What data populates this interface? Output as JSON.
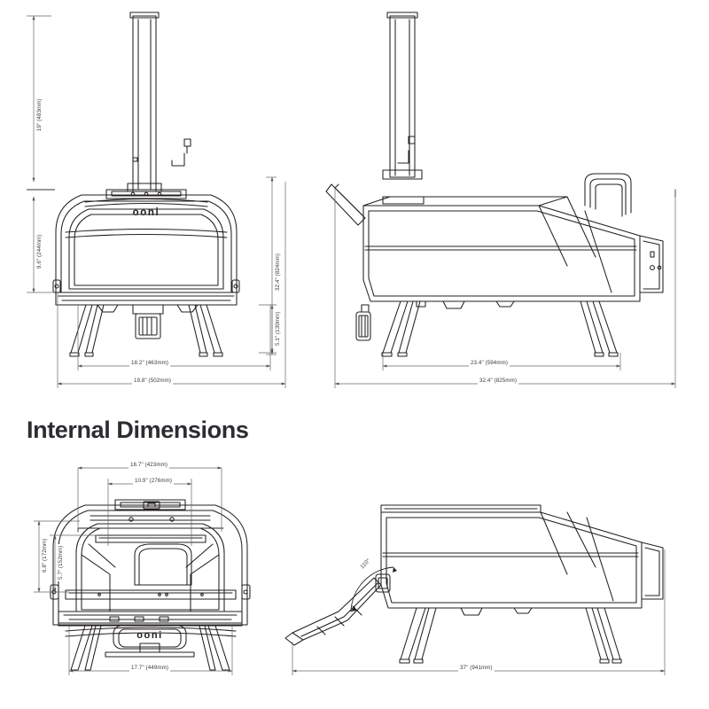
{
  "document": {
    "type": "technical-dimension-drawing",
    "product_brand": "ooni",
    "units": "inches and millimetres"
  },
  "headings": {
    "internal": "Internal Dimensions"
  },
  "external_front_view": {
    "name": "external-front-view",
    "brand_mark": "ooni",
    "dimensions": {
      "chimney_height": "19\" (483mm)",
      "body_height": "9.6\" (244mm)",
      "overall_height": "32.4\" (824mm)",
      "leg_height": "5.1\" (130mm)",
      "body_width": "18.2\" (463mm)",
      "overall_width": "19.8\" (502mm)"
    }
  },
  "external_side_view": {
    "name": "external-side-view",
    "dimensions": {
      "body_depth": "23.4\" (594mm)",
      "overall_depth": "32.4\" (825mm)"
    }
  },
  "internal_front_view": {
    "name": "internal-front-view",
    "brand_mark": "ooni",
    "dimensions": {
      "inner_width_upper": "16.7\" (423mm)",
      "inner_width_stone": "10.9\" (276mm)",
      "inner_height_upper": "6.8\" (172mm)",
      "inner_height_lower": "5.7\" (152mm)",
      "outer_base_width": "17.7\" (449mm)"
    }
  },
  "internal_side_view": {
    "name": "internal-side-view",
    "dimensions": {
      "door_angle": "110°",
      "overall_depth_open": "37\" (941mm)"
    }
  },
  "colors": {
    "line": "#231f20",
    "dimension_line": "#555555",
    "heading": "#2b2d31",
    "background": "#ffffff"
  }
}
